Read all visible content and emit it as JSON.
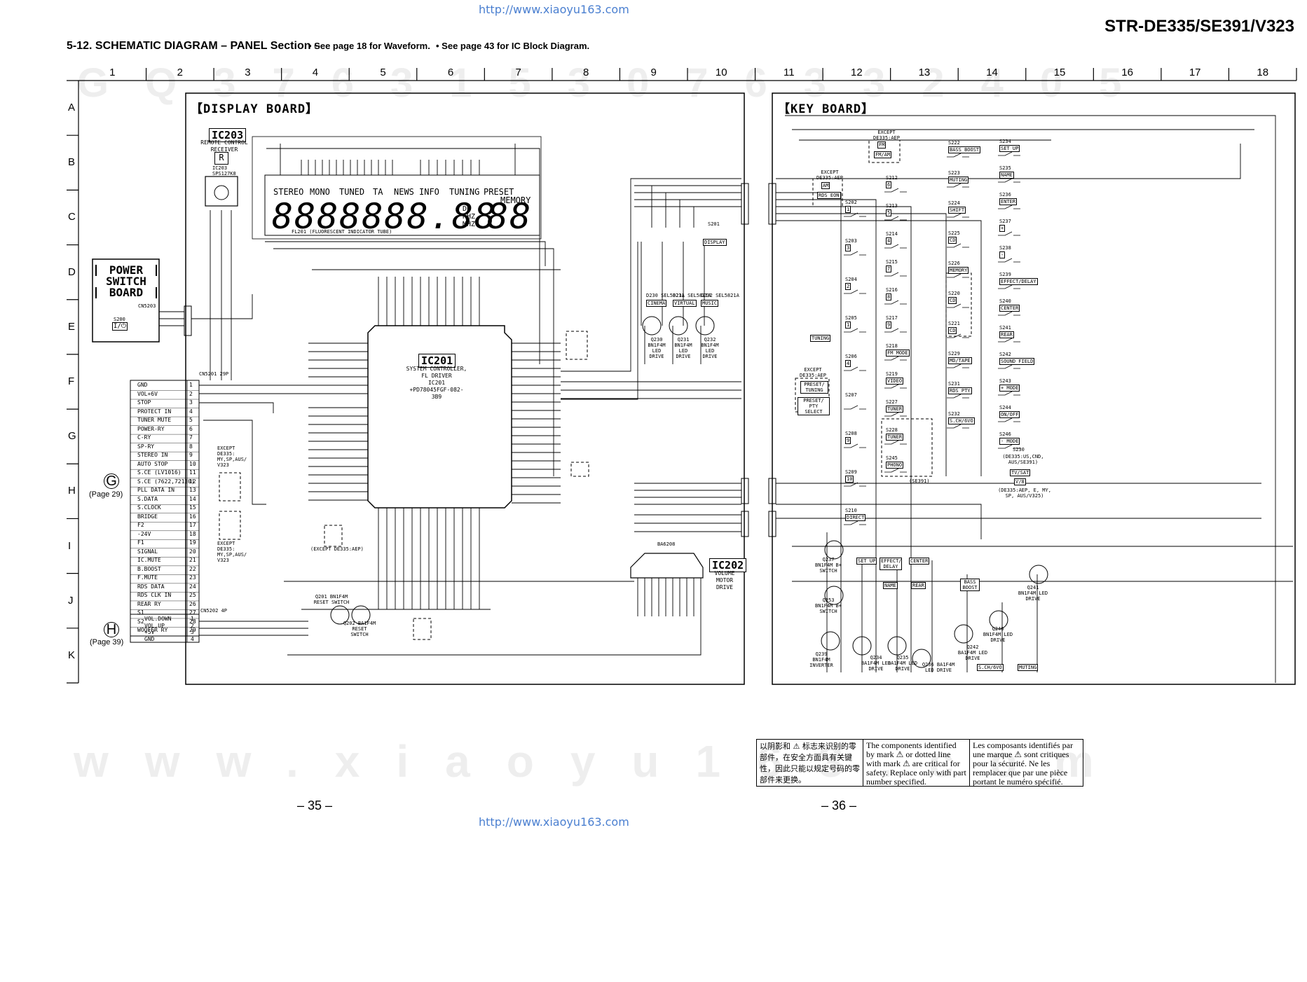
{
  "header": {
    "url_top": "http://www.xiaoyu163.com",
    "model": "STR-DE335/SE391/V323",
    "title": "5-12. SCHEMATIC  DIAGRAM  – PANEL Section –",
    "note_waveform": "• See page 18 for Waveform.",
    "note_ic_block": "• See page 43 for IC Block Diagram."
  },
  "grid": {
    "columns": [
      "1",
      "2",
      "3",
      "4",
      "5",
      "6",
      "7",
      "8",
      "9",
      "10",
      "11",
      "12",
      "13",
      "14",
      "15",
      "16",
      "17",
      "18"
    ],
    "rows": [
      "A",
      "B",
      "C",
      "D",
      "E",
      "F",
      "G",
      "H",
      "I",
      "J",
      "K"
    ]
  },
  "display_board": {
    "title": "【DISPLAY BOARD】",
    "ic203": "IC203",
    "ic203_desc": "REMOTE CONTROL RECEIVER",
    "ic203_part": "IC203 SPS127K8",
    "ic201": "IC201",
    "ic201_desc1": "SYSTEM CONTROLLER,",
    "ic201_desc2": "FL DRIVER",
    "ic201_part": "IC201",
    "ic201_part2": "+PD78045FGF-082-3B9",
    "ic202": "IC202",
    "ic202_desc": "VOLUME MOTOR DRIVE",
    "ic202_part": "BA6208",
    "fl_label": "FL201 (FLUORESCENT INDICATOR TUBE)",
    "fl_indicators": [
      "STEREO",
      "MONO",
      "TUNED",
      "TA",
      "NEWS",
      "INFO",
      "TUNING",
      "PRESET",
      "MEMORY"
    ],
    "fl_digits": "8888888.88",
    "fl_units": [
      "DB",
      "KHZ",
      "MHZ"
    ],
    "fl_digits_right": "88",
    "display_switch": "S201",
    "display_label": "DISPLAY",
    "except_aep": "(EXCEPT DE335:AEP)",
    "except_blocks": [
      "EXCEPT DE335: MY,SP,AUS/ V323",
      "EXCEPT DE335: MY,SP,AUS/ V323"
    ],
    "leds": [
      "CINEMA",
      "VIRTUAL",
      "MUSIC"
    ],
    "led_drive": [
      "D230 SEL5821A",
      "D231 SEL5821A",
      "D232 SEL5821A"
    ],
    "transistors": [
      "Q230 BN1F4M",
      "Q231 BN1F4M",
      "Q232 BN1F4M"
    ],
    "q_labels": [
      "LED DRIVE",
      "LED DRIVE",
      "LED DRIVE"
    ],
    "reset_switch": "Q201 BN1F4M RESET SWITCH",
    "reset_switch2": "Q202 BA1F4M RESET SWITCH"
  },
  "connector_g": {
    "marker": "G",
    "page_ref": "(Page 29)",
    "connector": "CN5201 29P",
    "signals": [
      "GND",
      "VOL+6V",
      "STOP",
      "PROTECT IN",
      "TUNER MUTE",
      "POWER-RY",
      "C-RY",
      "SP-RY",
      "STEREO IN",
      "AUTO STOP",
      "S.CE (LV1016)",
      "S.CE (7622,72130)",
      "PLL DATA IN",
      "S.DATA",
      "S.CLOCK",
      "BRIDGE",
      "F2",
      "-24V",
      "F1",
      "SIGNAL",
      "IC.MUTE",
      "B.BOOST",
      "F.MUTE",
      "RDS DATA",
      "RDS CLK IN",
      "REAR RY",
      "S1",
      "S2",
      "WOOFER RY"
    ],
    "pins": [
      "1",
      "2",
      "3",
      "4",
      "5",
      "6",
      "7",
      "8",
      "9",
      "10",
      "11",
      "12",
      "13",
      "14",
      "15",
      "16",
      "17",
      "18",
      "19",
      "20",
      "21",
      "22",
      "23",
      "24",
      "25",
      "26",
      "27",
      "28",
      "29"
    ]
  },
  "connector_h": {
    "marker": "H",
    "page_ref": "(Page 39)",
    "connector": "CN5202 4P",
    "signals": [
      "VOL.DOWN",
      "VOL.UP",
      "+5V",
      "GND"
    ],
    "pins": [
      "1",
      "2",
      "3",
      "4"
    ]
  },
  "power_switch_board": {
    "line1": "POWER",
    "line2": "SWITCH",
    "line3": "BOARD",
    "switch": "S200",
    "connector": "CN5203"
  },
  "key_board": {
    "title": "【KEY BOARD】",
    "switches_col1": [
      {
        "ref": "S202",
        "label": "1"
      },
      {
        "ref": "S203",
        "label": "3"
      },
      {
        "ref": "S204",
        "label": "2"
      },
      {
        "ref": "S205",
        "label": "1"
      },
      {
        "ref": "S206",
        "label": "4"
      },
      {
        "ref": "S207",
        "label": ""
      },
      {
        "ref": "S208",
        "label": "9"
      },
      {
        "ref": "S209",
        "label": "10"
      },
      {
        "ref": "S210",
        "label": "DIRECT"
      }
    ],
    "switches_col2": [
      {
        "ref": "S212",
        "label": "6"
      },
      {
        "ref": "S213",
        "label": "5"
      },
      {
        "ref": "S214",
        "label": "4"
      },
      {
        "ref": "S215",
        "label": "7"
      },
      {
        "ref": "S216",
        "label": "8"
      },
      {
        "ref": "S217",
        "label": "9"
      },
      {
        "ref": "S218",
        "label": "FM MODE"
      },
      {
        "ref": "S219",
        "label": "VIDEO"
      },
      {
        "ref": "S227",
        "label": "TUNER"
      },
      {
        "ref": "S228",
        "label": "TUNER"
      },
      {
        "ref": "S245",
        "label": "PHONO"
      }
    ],
    "switches_col3": [
      {
        "ref": "S222",
        "label": "BASS BOOST"
      },
      {
        "ref": "S223",
        "label": "MUTING"
      },
      {
        "ref": "S224",
        "label": "SHIFT"
      },
      {
        "ref": "S225",
        "label": "CD"
      },
      {
        "ref": "S226",
        "label": "MEMORY"
      },
      {
        "ref": "S220",
        "label": "CD"
      },
      {
        "ref": "S221",
        "label": "CD"
      },
      {
        "ref": "S229",
        "label": "MD/TAPE"
      },
      {
        "ref": "S231",
        "label": "RDS PTY"
      },
      {
        "ref": "S232",
        "label": "S.CH/6VO"
      }
    ],
    "switches_col4": [
      {
        "ref": "S234",
        "label": "SET UP"
      },
      {
        "ref": "S235",
        "label": "NAME"
      },
      {
        "ref": "S236",
        "label": "ENTER"
      },
      {
        "ref": "S237",
        "label": "+"
      },
      {
        "ref": "S238",
        "label": "-"
      },
      {
        "ref": "S239",
        "label": "EFFECT/DELAY"
      },
      {
        "ref": "S240",
        "label": "CENTER"
      },
      {
        "ref": "S241",
        "label": "REAR"
      },
      {
        "ref": "S242",
        "label": "SOUND FIELD"
      },
      {
        "ref": "S243",
        "label": "+ MODE"
      },
      {
        "ref": "S244",
        "label": "ON/OFF"
      },
      {
        "ref": "S246",
        "label": "- MODE"
      }
    ],
    "except_fm": "EXCEPT DE335:AEP",
    "fm_labels": [
      "FM",
      "FM/AM"
    ],
    "except_rds": "EXCEPT DE335:AEP",
    "rds_labels": [
      "AM",
      "RDS EON"
    ],
    "tuning": "TUNING",
    "except_preset": "EXCEPT DE335:AEP",
    "preset_labels": [
      "PRESET/ TUNING",
      "PRESET/ PTY SELECT"
    ],
    "s230": "S230",
    "s230_desc": "(DE335:US,CND, AUS/SE391)",
    "tv_sat": "TV/SAT",
    "v_8": "V/8",
    "s230_desc2": "(DE335:AEP, E, MY, SP, AUS/V325)",
    "se391": "(SE391)",
    "leds": [
      "SET UP",
      "EFFECT/ DELAY",
      "CENTER",
      "NAME",
      "REAR",
      "BASS BOOST",
      "S.CH/6VO",
      "MUTING"
    ],
    "transistors": [
      "Q237 BN1F4M B+ SWITCH",
      "Q253 BN1F4M B+ SWITCH",
      "Q239 BN1F4M INVERTER",
      "Q234 BA1F4M LED DRIVE",
      "Q235 BA1F4M LED DRIVE",
      "Q236 BA1F4M LED DRIVE",
      "Q240 BN1F4M LED DRIVE",
      "Q241 BN1F4M LED DRIVE",
      "Q242 BA1F4M LED DRIVE"
    ]
  },
  "footer": {
    "cjk_notice": "以阴影和 ⚠ 标志来识别的零部件，在安全方面具有关键性，因此只能以规定号码的零部件来更换。",
    "en_notice": "The components identified by mark ⚠ or dotted line with mark ⚠ are critical for safety. Replace only with part number specified.",
    "fr_notice": "Les composants identifiés par une marque ⚠ sont critiques pour la sécurité. Ne les remplacer que par une pièce portant le numéro spécifié.",
    "page_left": "– 35 –",
    "page_right": "– 36 –",
    "url_bottom": "http://www.xiaoyu163.com",
    "watermark": "www.xiaoyu163.com"
  }
}
